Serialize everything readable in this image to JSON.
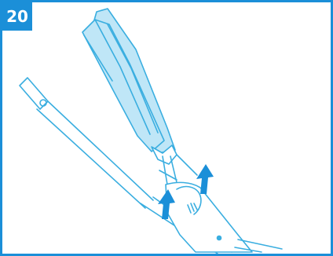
{
  "step": {
    "number": "20"
  },
  "illustration": {
    "subject": "hair-styling-iron-assembly",
    "colors": {
      "border": "#1b8fd8",
      "badge": "#1b8fd8",
      "line": "#3aaee0",
      "fill": "#bfe6f7",
      "arrow": "#1b8fd8"
    },
    "arrows": {
      "count": 2,
      "direction": "up"
    }
  }
}
